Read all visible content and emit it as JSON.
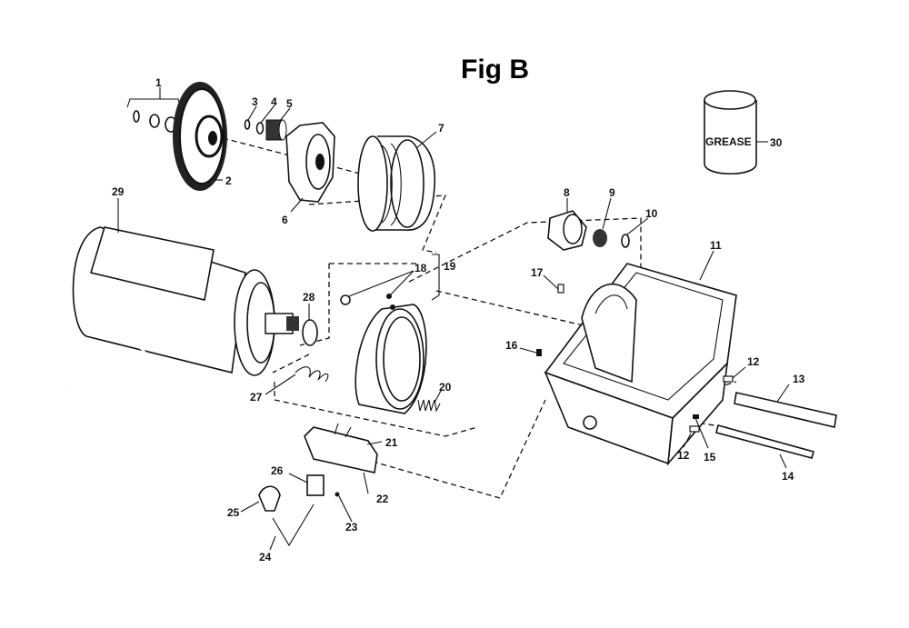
{
  "title": "Fig B",
  "grease_label": "GREASE",
  "labels": [
    {
      "id": "1",
      "text": "1"
    },
    {
      "id": "2",
      "text": "2"
    },
    {
      "id": "3",
      "text": "3"
    },
    {
      "id": "4",
      "text": "4"
    },
    {
      "id": "5",
      "text": "5"
    },
    {
      "id": "6",
      "text": "6"
    },
    {
      "id": "7",
      "text": "7"
    },
    {
      "id": "8",
      "text": "8"
    },
    {
      "id": "9",
      "text": "9"
    },
    {
      "id": "10",
      "text": "10"
    },
    {
      "id": "11",
      "text": "11"
    },
    {
      "id": "12a",
      "text": "12"
    },
    {
      "id": "12b",
      "text": "12"
    },
    {
      "id": "13",
      "text": "13"
    },
    {
      "id": "14",
      "text": "14"
    },
    {
      "id": "15",
      "text": "15"
    },
    {
      "id": "16",
      "text": "16"
    },
    {
      "id": "17",
      "text": "17"
    },
    {
      "id": "18",
      "text": "18"
    },
    {
      "id": "19",
      "text": "19"
    },
    {
      "id": "20",
      "text": "20"
    },
    {
      "id": "21",
      "text": "21"
    },
    {
      "id": "22",
      "text": "22"
    },
    {
      "id": "23",
      "text": "23"
    },
    {
      "id": "24",
      "text": "24"
    },
    {
      "id": "25",
      "text": "25"
    },
    {
      "id": "26",
      "text": "26"
    },
    {
      "id": "27",
      "text": "27"
    },
    {
      "id": "28",
      "text": "28"
    },
    {
      "id": "29",
      "text": "29"
    },
    {
      "id": "30",
      "text": "30"
    }
  ]
}
